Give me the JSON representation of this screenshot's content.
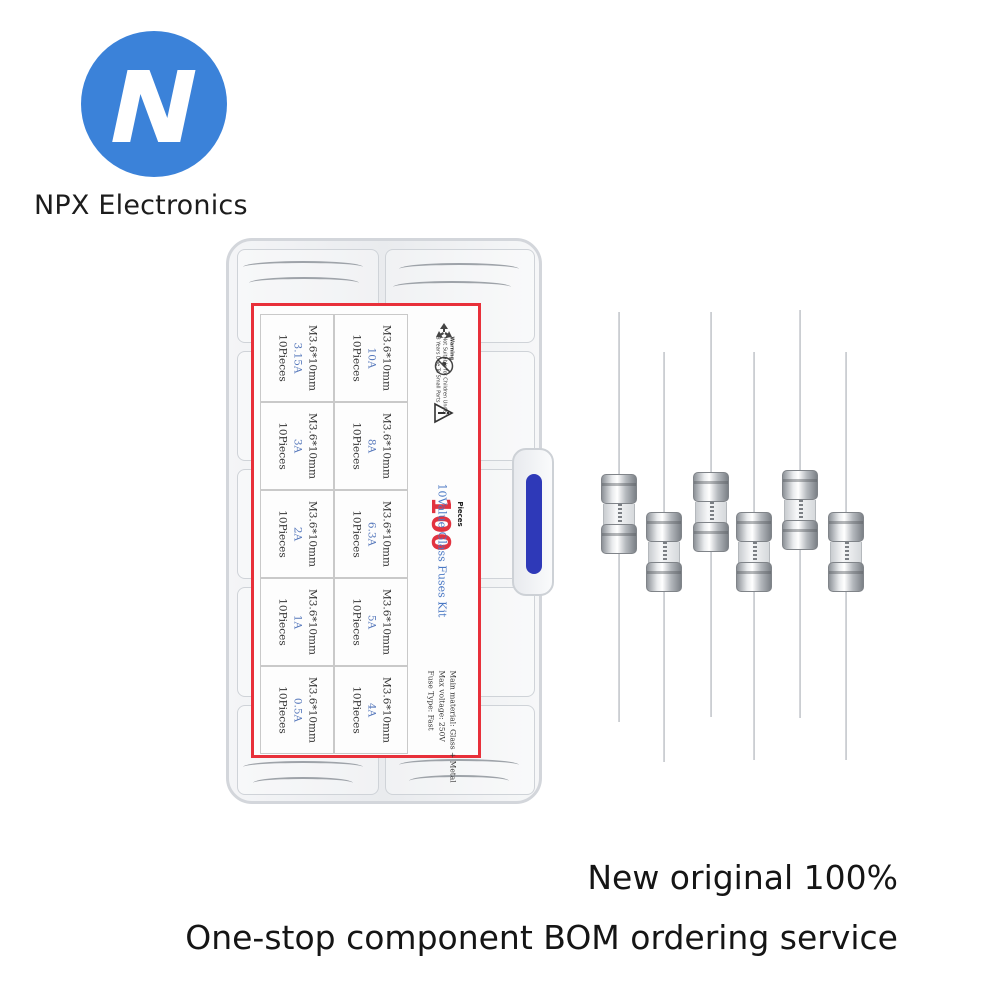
{
  "brand": {
    "name": "NPX Electronics",
    "logo_color": "#3b82d9",
    "logo_icon": "npx-n-logo"
  },
  "label": {
    "cells": [
      {
        "spec": "M3.6*10mm",
        "rating": "3.15A",
        "qty": "10Pieces"
      },
      {
        "spec": "M3.6*10mm",
        "rating": "10A",
        "qty": "10Pieces"
      },
      {
        "spec": "M3.6*10mm",
        "rating": "3A",
        "qty": "10Pieces"
      },
      {
        "spec": "M3.6*10mm",
        "rating": "8A",
        "qty": "10Pieces"
      },
      {
        "spec": "M3.6*10mm",
        "rating": "2A",
        "qty": "10Pieces"
      },
      {
        "spec": "M3.6*10mm",
        "rating": "6.3A",
        "qty": "10Pieces"
      },
      {
        "spec": "M3.6*10mm",
        "rating": "1A",
        "qty": "10Pieces"
      },
      {
        "spec": "M3.6*10mm",
        "rating": "5A",
        "qty": "10Pieces"
      },
      {
        "spec": "M3.6*10mm",
        "rating": "0.5A",
        "qty": "10Pieces"
      },
      {
        "spec": "M3.6*10mm",
        "rating": "4A",
        "qty": "10Pieces"
      }
    ],
    "big_number": "100",
    "pieces_word": "Pieces",
    "kit_title": "10Value Glass Fuses Kit",
    "spec_material": "Main material: Glass + Metal",
    "spec_voltage": "Max voltage: 250V",
    "spec_type": "Fuse Type: Fast",
    "warning_text_1": "Warning",
    "warning_text_2": "Not Suitable for Children Under",
    "warning_text_3": "3 Years Due To Small Parts",
    "border_color": "#e8303a"
  },
  "taglines": {
    "line1": "New original 100%",
    "line2": "One-stop component BOM ordering service"
  }
}
